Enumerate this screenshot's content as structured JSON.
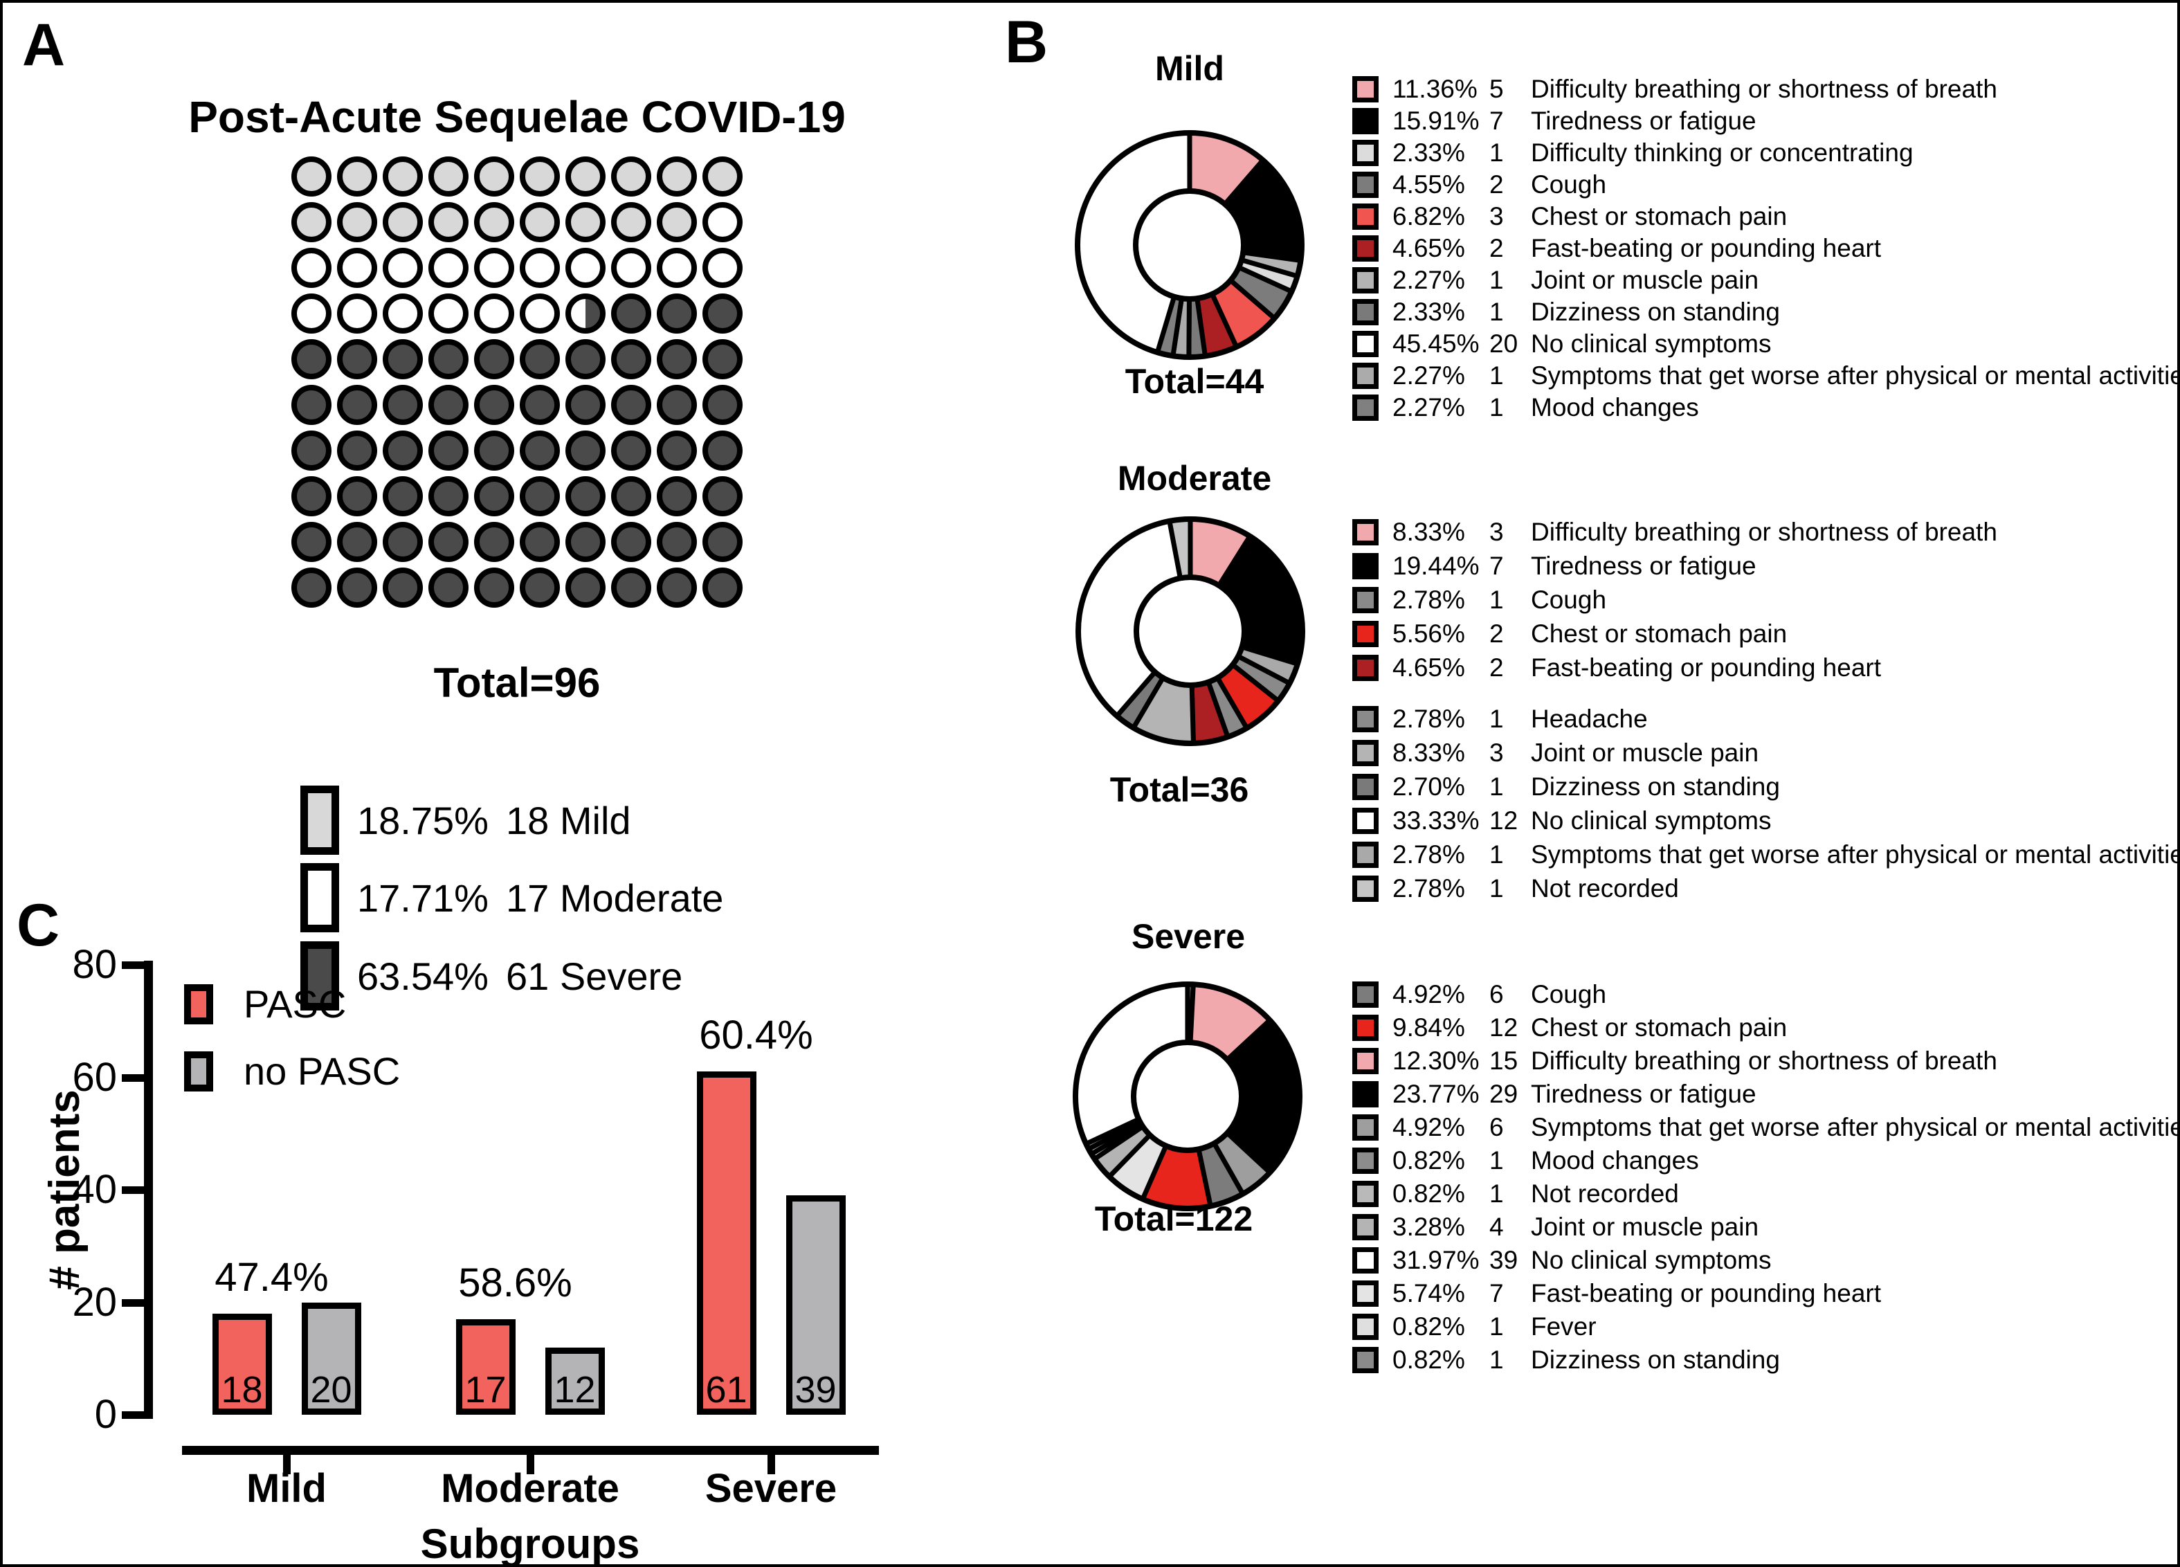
{
  "panels": {
    "a": "A",
    "b": "B",
    "c": "C"
  },
  "chart_data": [
    {
      "id": "waffle_pasc",
      "type": "waffle",
      "title": "Post-Acute Sequelae COVID-19",
      "total_label": "Total=96",
      "total": 96,
      "rows": [
        "LLLLLLLLLL",
        "LLLLLLLLLW",
        "WWWWWWWWWW",
        "WWWWWWHDDD",
        "DDDDDDDDDD",
        "DDDDDDDDDD",
        "DDDDDDDDDD",
        "DDDDDDDDDD",
        "DDDDDDDDDD",
        "DDDDDDDDDD"
      ],
      "cell_colors": {
        "L": "#D8D8D8",
        "W": "#FFFFFF",
        "D": "#4A4A4A"
      },
      "half_cell": {
        "left": "#FFFFFF",
        "right": "#4A4A4A"
      },
      "legend": [
        {
          "pct": "18.75%",
          "count": 18,
          "label": "Mild",
          "color": "#D8D8D8"
        },
        {
          "pct": "17.71%",
          "count": 17,
          "label": "Moderate",
          "color": "#FFFFFF"
        },
        {
          "pct": "63.54%",
          "count": 61,
          "label": "Severe",
          "color": "#4A4A4A"
        }
      ]
    },
    {
      "id": "donut_mild",
      "type": "donut",
      "title": "Mild",
      "total_label": "Total=44",
      "total": 44,
      "slices": [
        {
          "pct": "11.36%",
          "value": 11.36,
          "count": 5,
          "label": "Difficulty breathing or shortness of breath",
          "color": "#F2A9AD"
        },
        {
          "pct": "15.91%",
          "value": 15.91,
          "count": 7,
          "label": "Tiredness or fatigue",
          "color": "#000000"
        },
        {
          "pct": "2.33%",
          "value": 2.33,
          "count": 1,
          "label": "Difficulty thinking or concentrating",
          "color": "#DCDCDC"
        },
        {
          "pct": "4.55%",
          "value": 4.55,
          "count": 2,
          "label": "Cough",
          "color": "#7C7C7C"
        },
        {
          "pct": "6.82%",
          "value": 6.82,
          "count": 3,
          "label": "Chest or stomach pain",
          "color": "#F0554F"
        },
        {
          "pct": "4.65%",
          "value": 4.65,
          "count": 2,
          "label": "Fast-beating or pounding heart",
          "color": "#AC2024"
        },
        {
          "pct": "2.27%",
          "value": 2.27,
          "count": 1,
          "label": "Joint or muscle pain",
          "color": "#B4B4B4"
        },
        {
          "pct": "2.33%",
          "value": 2.33,
          "count": 1,
          "label": "Dizziness on standing",
          "color": "#7A7A7A"
        },
        {
          "pct": "45.45%",
          "value": 45.45,
          "count": 20,
          "label": "No clinical symptoms",
          "color": "#FFFFFF"
        },
        {
          "pct": "2.27%",
          "value": 2.27,
          "count": 1,
          "label": "Symptoms that get worse after physical or mental activities",
          "color": "#ABABAB"
        },
        {
          "pct": "2.27%",
          "value": 2.27,
          "count": 1,
          "label": "Mood changes",
          "color": "#808080"
        }
      ],
      "draw_order": [
        0,
        1,
        6,
        2,
        3,
        4,
        5,
        7,
        9,
        10,
        8
      ]
    },
    {
      "id": "donut_moderate",
      "type": "donut",
      "title": "Moderate",
      "total_label": "Total=36",
      "total": 36,
      "slices": [
        {
          "pct": "8.33%",
          "value": 8.33,
          "count": 3,
          "label": "Difficulty breathing or shortness of breath",
          "color": "#F2A9AD"
        },
        {
          "pct": "19.44%",
          "value": 19.44,
          "count": 7,
          "label": "Tiredness or fatigue",
          "color": "#000000"
        },
        {
          "pct": "2.78%",
          "value": 2.78,
          "count": 1,
          "label": "Cough",
          "color": "#8A8A8A"
        },
        {
          "pct": "5.56%",
          "value": 5.56,
          "count": 2,
          "label": "Chest or stomach pain",
          "color": "#E8251C"
        },
        {
          "pct": "4.65%",
          "value": 4.65,
          "count": 2,
          "label": "Fast-beating or pounding heart",
          "color": "#AC2024"
        },
        {
          "pct": "2.78%",
          "value": 2.78,
          "count": 1,
          "label": "Headache",
          "color": "#8A8A8A"
        },
        {
          "pct": "8.33%",
          "value": 8.33,
          "count": 3,
          "label": "Joint or muscle pain",
          "color": "#B4B4B4"
        },
        {
          "pct": "2.70%",
          "value": 2.7,
          "count": 1,
          "label": "Dizziness on standing",
          "color": "#7A7A7A"
        },
        {
          "pct": "33.33%",
          "value": 33.33,
          "count": 12,
          "label": "No clinical symptoms",
          "color": "#FFFFFF"
        },
        {
          "pct": "2.78%",
          "value": 2.78,
          "count": 1,
          "label": "Symptoms that get worse after physical or mental activities",
          "color": "#A9A9A9"
        },
        {
          "pct": "2.78%",
          "value": 2.78,
          "count": 1,
          "label": "Not recorded",
          "color": "#C6C6C6"
        }
      ],
      "draw_order": [
        0,
        1,
        9,
        2,
        3,
        5,
        4,
        6,
        7,
        8,
        10
      ]
    },
    {
      "id": "donut_severe",
      "type": "donut",
      "title": "Severe",
      "total_label": "Total=122",
      "total": 122,
      "slices": [
        {
          "pct": "4.92%",
          "value": 4.92,
          "count": 6,
          "label": "Cough",
          "color": "#7C7C7C"
        },
        {
          "pct": "9.84%",
          "value": 9.84,
          "count": 12,
          "label": "Chest or stomach pain",
          "color": "#E8251C"
        },
        {
          "pct": "12.30%",
          "value": 12.3,
          "count": 15,
          "label": "Difficulty breathing or shortness of breath",
          "color": "#F2A9AD"
        },
        {
          "pct": "23.77%",
          "value": 23.77,
          "count": 29,
          "label": "Tiredness or fatigue",
          "color": "#000000"
        },
        {
          "pct": "4.92%",
          "value": 4.92,
          "count": 6,
          "label": "Symptoms that get worse after physical or mental activities",
          "color": "#9E9E9E"
        },
        {
          "pct": "0.82%",
          "value": 0.82,
          "count": 1,
          "label": "Mood changes",
          "color": "#8C8C8C"
        },
        {
          "pct": "0.82%",
          "value": 0.82,
          "count": 1,
          "label": "Not recorded",
          "color": "#B9B9B9"
        },
        {
          "pct": "3.28%",
          "value": 3.28,
          "count": 4,
          "label": "Joint or muscle pain",
          "color": "#B4B4B4"
        },
        {
          "pct": "31.97%",
          "value": 31.97,
          "count": 39,
          "label": "No clinical symptoms",
          "color": "#FFFFFF"
        },
        {
          "pct": "5.74%",
          "value": 5.74,
          "count": 7,
          "label": "Fast-beating or pounding heart",
          "color": "#E4E4E4"
        },
        {
          "pct": "0.82%",
          "value": 0.82,
          "count": 1,
          "label": "Fever",
          "color": "#DFDFDF"
        },
        {
          "pct": "0.82%",
          "value": 0.82,
          "count": 1,
          "label": "Dizziness on standing",
          "color": "#8A8A8A"
        }
      ],
      "draw_order": [
        11,
        2,
        3,
        4,
        0,
        1,
        9,
        7,
        10,
        6,
        5,
        8
      ]
    },
    {
      "id": "bars_pasc",
      "type": "bar",
      "categories": [
        "Mild",
        "Moderate",
        "Severe"
      ],
      "series": [
        {
          "name": "PASC",
          "color": "#F2635E",
          "values": [
            18,
            17,
            61
          ]
        },
        {
          "name": "no PASC",
          "color": "#B4B4B7",
          "values": [
            20,
            12,
            39
          ]
        }
      ],
      "pct_annotations": [
        "47.4%",
        "58.6%",
        "60.4%"
      ],
      "ylabel": "# patients",
      "xlabel": "Subgroups",
      "ylim": [
        0,
        80
      ],
      "yticks": [
        0,
        20,
        40,
        60,
        80
      ],
      "grid": false,
      "legend_position": "top-left"
    }
  ]
}
